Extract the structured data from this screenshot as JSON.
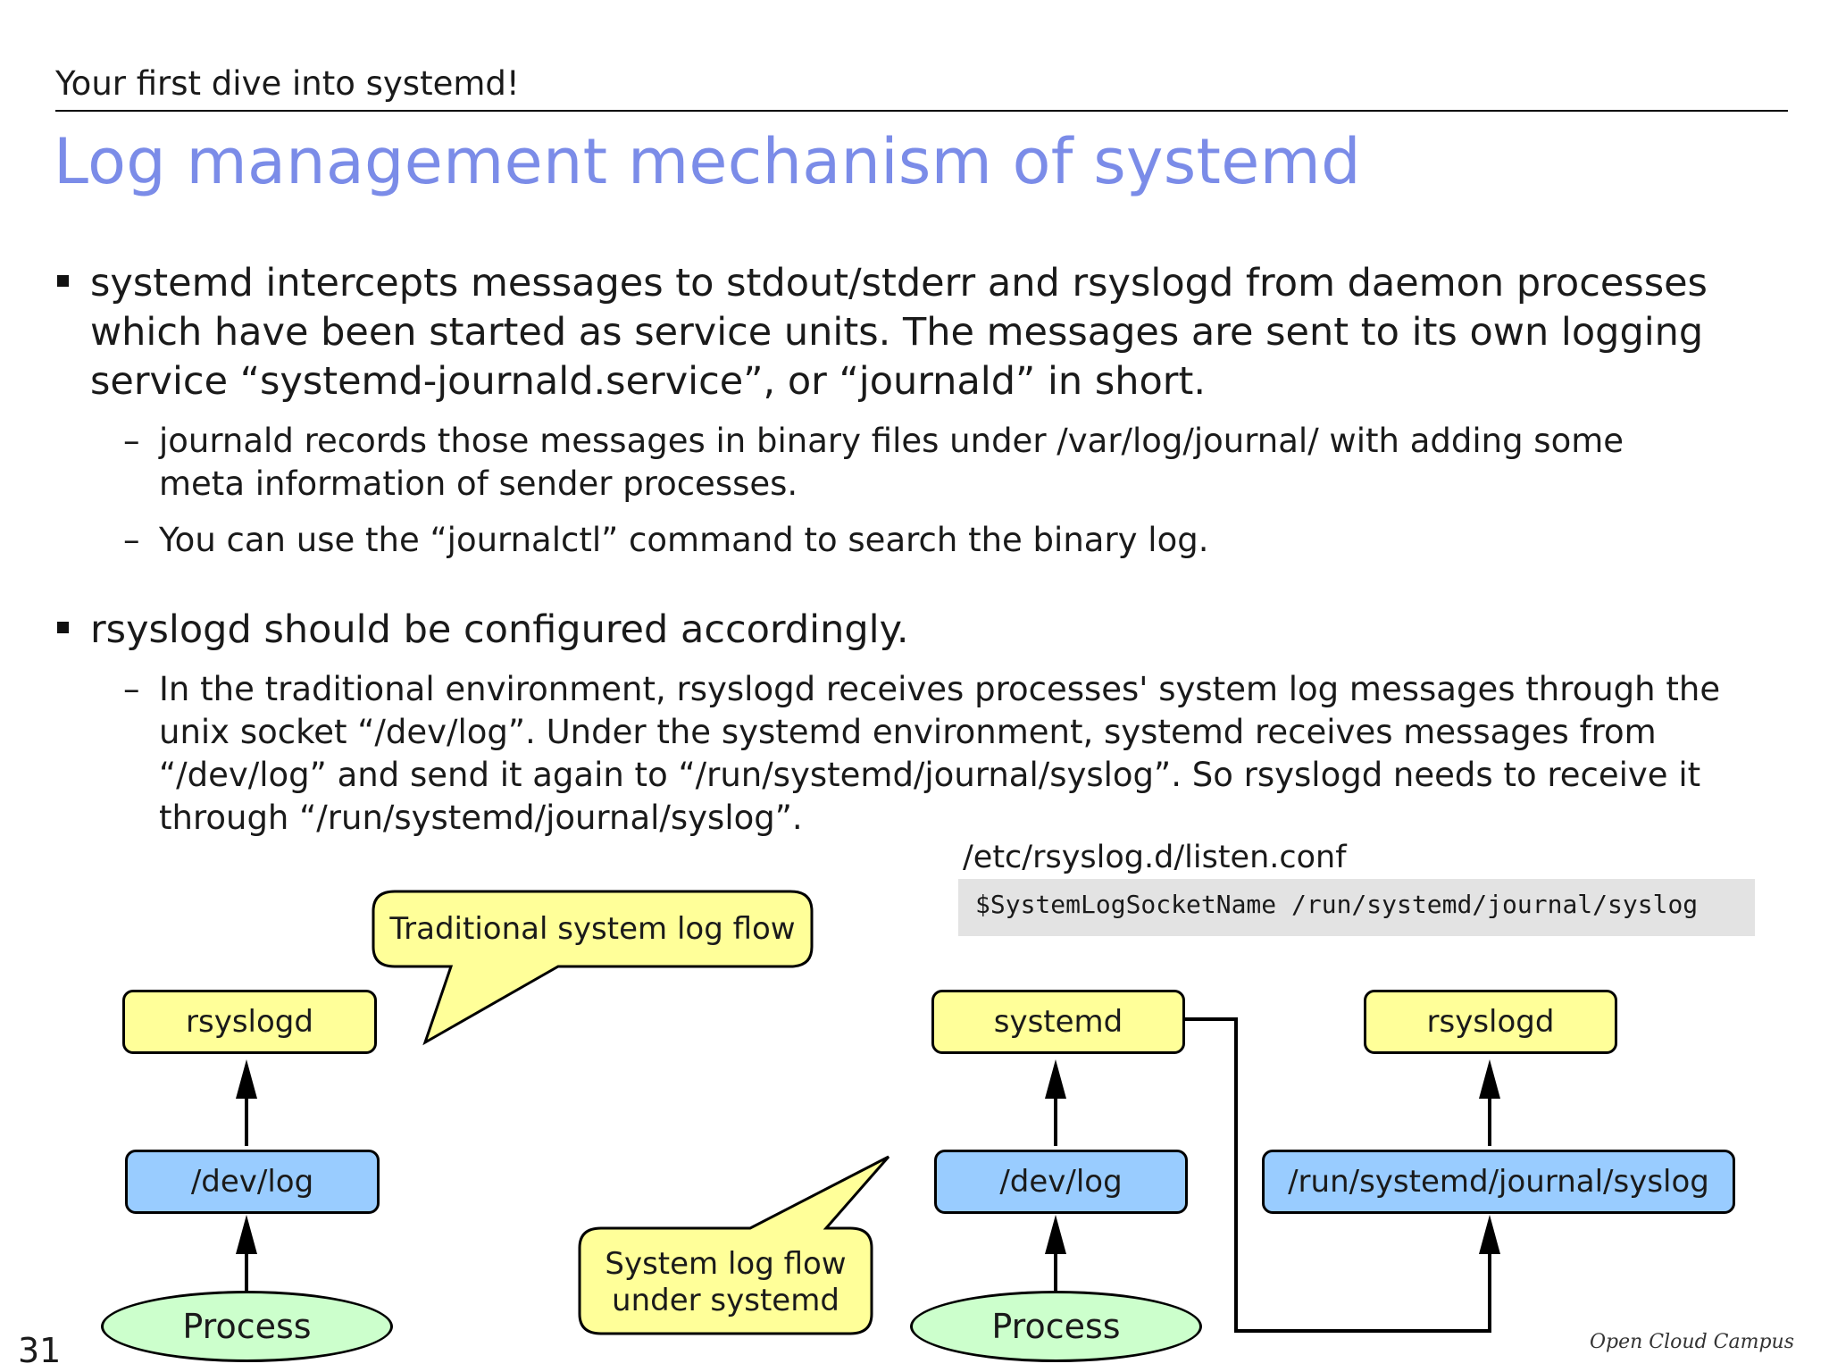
{
  "header": {
    "section": "Your first dive into systemd!"
  },
  "title": "Log management mechanism of systemd",
  "bullets": [
    {
      "lines": [
        "systemd intercepts messages to stdout/stderr and rsyslogd from daemon processes",
        "which have been started as service units. The messages are sent to its own logging",
        "service “systemd-journald.service”, or “journald” in short."
      ],
      "subs": [
        {
          "lines": [
            "journald records those messages in binary files under /var/log/journal/ with adding some",
            "meta information of sender processes."
          ]
        },
        {
          "lines": [
            "You can use the “journalctl” command to search the binary log."
          ]
        }
      ]
    },
    {
      "lines": [
        "rsyslogd should be configured accordingly."
      ],
      "subs": [
        {
          "lines": [
            "In the traditional environment, rsyslogd receives processes' system log messages through the",
            "unix socket “/dev/log”. Under the systemd environment, systemd receives messages from",
            "“/dev/log” and send it again to “/run/systemd/journal/syslog”. So rsyslogd needs to receive it",
            "through “/run/systemd/journal/syslog”."
          ]
        }
      ]
    }
  ],
  "config": {
    "filename": "/etc/rsyslog.d/listen.conf",
    "code": "$SystemLogSocketName /run/systemd/journal/syslog"
  },
  "diagram": {
    "traditional": {
      "callout": "Traditional system log flow",
      "rsyslogd": "rsyslogd",
      "devlog": "/dev/log",
      "process": "Process"
    },
    "systemd": {
      "callout_line1": "System log flow",
      "callout_line2": "under systemd",
      "systemd": "systemd",
      "devlog": "/dev/log",
      "process": "Process",
      "rsyslogd": "rsyslogd",
      "journal_syslog": "/run/systemd/journal/syslog"
    },
    "colors": {
      "yellow": "#ffff99",
      "blue": "#99ccff",
      "green": "#ccffcc",
      "title": "#7b8ce8"
    }
  },
  "footer": {
    "page_number": "31",
    "brand": "Open Cloud Campus"
  }
}
